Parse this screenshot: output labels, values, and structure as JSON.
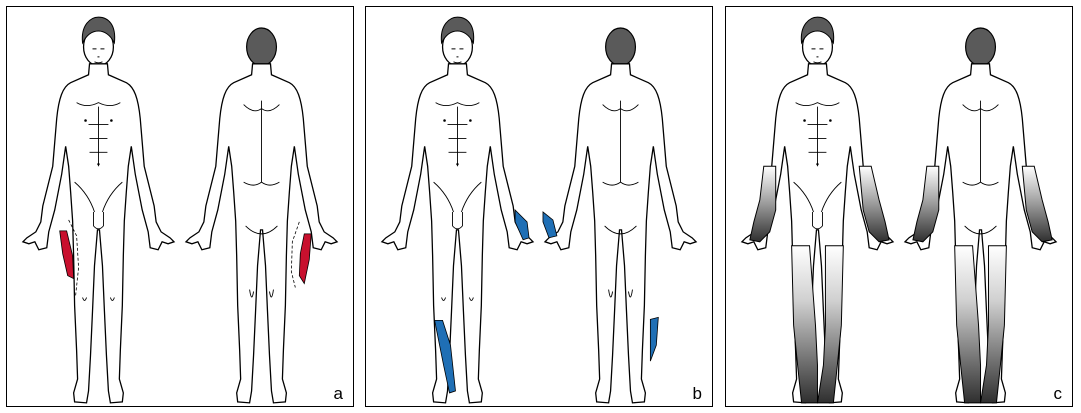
{
  "panels": [
    {
      "label": "a",
      "highlight": "lateral-thigh",
      "color": "#c8102e"
    },
    {
      "label": "b",
      "highlight": "hand-and-lower-leg",
      "color": "#1f6fb5"
    },
    {
      "label": "c",
      "highlight": "distal-gradient",
      "color": "#3a3a3a"
    }
  ],
  "colors": {
    "outline": "#000000",
    "hair": "#555555",
    "skin": "#ffffff",
    "red": "#c8102e",
    "blue": "#1f6fb5",
    "dark": "#3a3a3a"
  }
}
